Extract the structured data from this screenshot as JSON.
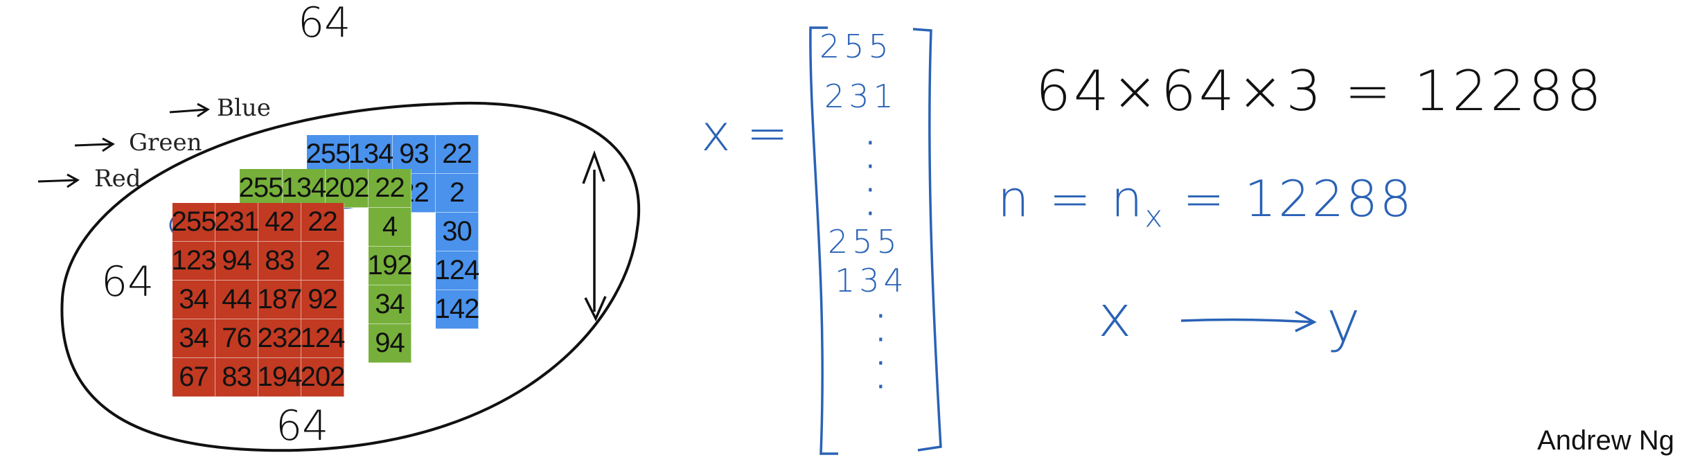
{
  "image_title_size": "64",
  "image_height_label": "64",
  "image_width_label": "64",
  "channels": {
    "blue_label": "Blue",
    "green_label": "Green",
    "red_label": "Red"
  },
  "blue_grid": [
    [
      "255",
      "134",
      "93",
      "22"
    ],
    [
      "",
      "",
      "22",
      "2"
    ],
    [
      "",
      "",
      "",
      "30"
    ],
    [
      "",
      "",
      "",
      "124"
    ],
    [
      "",
      "",
      "",
      "142"
    ],
    [
      "",
      "",
      "",
      ""
    ]
  ],
  "green_grid": [
    [
      "255",
      "134",
      "202",
      "22"
    ],
    [
      "",
      "",
      "",
      "4"
    ],
    [
      "",
      "",
      "",
      "192"
    ],
    [
      "",
      "",
      "",
      "34"
    ],
    [
      "",
      "",
      "",
      "94"
    ],
    [
      "",
      "",
      "",
      ""
    ]
  ],
  "red_grid": [
    [
      "255",
      "231",
      "42",
      "22"
    ],
    [
      "123",
      "94",
      "83",
      "2"
    ],
    [
      "34",
      "44",
      "187",
      "92"
    ],
    [
      "34",
      "76",
      "232",
      "124"
    ],
    [
      "67",
      "83",
      "194",
      "202"
    ]
  ],
  "feature_vector": {
    "var_label": "x =",
    "entries_top": [
      "255",
      "231"
    ],
    "entries_mid": [
      "255",
      "134"
    ]
  },
  "equations": {
    "dimension": "64×64×3 = 12288",
    "n_eq": "n = n",
    "n_sub": "x",
    "n_value": "= 12288",
    "mapping_x": "x",
    "mapping_y": "y"
  },
  "credit": "Andrew Ng"
}
